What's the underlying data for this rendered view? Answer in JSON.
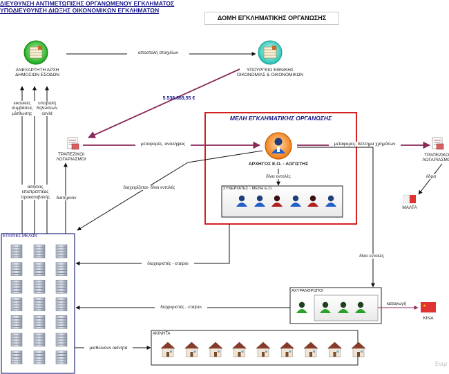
{
  "header": {
    "line1": "ΔΙΕΥΘΥΝΣΗ ΑΝΤΙΜΕΤΩΠΙΣΗΣ ΟΡΓΑΝΩΜΕΝΟΥ ΕΓΚΛΗΜΑΤΟΣ",
    "line2": "ΥΠΟΔΙΕΥΘΥΝΣΗ ΔΙΩΞΗΣ ΟΙΚΟΝΟΜΙΚΩΝ ΕΓΚΛΗΜΑΤΩΝ",
    "title": "ΔΟΜΗ ΕΓΚΛΗΜΑΤΙΚΗΣ ΟΡΓΑΝΩΣΗΣ"
  },
  "nodes": {
    "aade": "ΑΝΕΞΑΡΤΗΤΗ ΑΡΧΗ\nΔΗΜΟΣΙΩΝ ΕΣΟΔΩΝ",
    "ministry": "ΥΠΟΥΡΓΕΙΟ ΕΘΝΙΚΗΣ\nΟΙΚΟΝΟΜΙΑΣ & ΟΙΚΟΝΟΜΙΚΩΝ",
    "bank_left": "ΤΡΑΠΕΖΙΚΟΙ\nΛΟΓΑΡΙΑΣΜΟΙ",
    "bank_right": "ΤΡΑΠΕΖΙΚΟΙ\nΛΟΓΑΡΙΑΣΜΟΙ",
    "members_title": "ΜΕΛΗ ΕΓΚΛΗΜΑΤΙΚΗΣ ΟΡΓΑΝΩΣΗΣ",
    "leader": "ΑΡΧΗΓΟΣ Ε.Ο. - ΛΟΓΙΣΤΗΣ",
    "associates": "ΣΥΝΕΡΓΑΤΕΣ - ΜΕΛΗ Ε.Ο.",
    "companies": "ΕΤΑΙΡΙΕΣ ΜΕΛΩΝ",
    "strawmen": "ΑΧΥΡΑΝΘΡΩΠΟΙ",
    "real_estate": "ΑΚΙΝΗΤΑ",
    "malta": "ΜΑΛΤΑ",
    "china": "ΚΙΝΑ"
  },
  "edges": {
    "send_data": "αποστολή στοιχείων",
    "amount": "5.538.869,55 €",
    "fake_contracts": "εικονικές\nσυμβάσεις\nμίσθωσης",
    "covid_declarations": "υποβολή\nδηλώσεων\ncovid",
    "prepayment_requests": "αιτήσεις\nεπιστρεπτέας\nπροκαταβολής",
    "maintain": "διατηρούν",
    "transfers_withdrawals": "μεταφορές- αναλήψεις",
    "transfers_smuggling": "μεταφορές- δέλτημα χρημάτων",
    "seat": "έδρα",
    "gives_orders": "δίνει εντολές",
    "managed_orders": "διαχειρίζεται- δίνει εντολές",
    "managers_partners_1": "διαχειριστές - εταίροι",
    "managers_partners_2": "διαχειριστές - εταίροι",
    "gives_orders_2": "δίνει εντολές",
    "origin": "καταγωγή",
    "rent_property": "μισθώνουν ακίνητα"
  },
  "watermark": "Ενερ",
  "colors": {
    "header_text": "#1a1a8c",
    "red_box": "#d42020",
    "navy_box": "#2a2a7a",
    "purple_arrow": "#8a2a5a",
    "leader_orange": "#ff8c1a",
    "aade_green": "#2ec52e",
    "ministry_teal": "#2ed6c8",
    "person_blue": "#1f5fc7",
    "person_red": "#b01e1e",
    "person_green": "#2aa12a",
    "flag_red": "#e23333"
  },
  "counts": {
    "associates": 6,
    "associate_colors": [
      "blue",
      "blue",
      "red",
      "blue",
      "red",
      "blue"
    ],
    "company_grid": [
      7,
      3
    ],
    "strawmen": 4,
    "houses": 9
  }
}
